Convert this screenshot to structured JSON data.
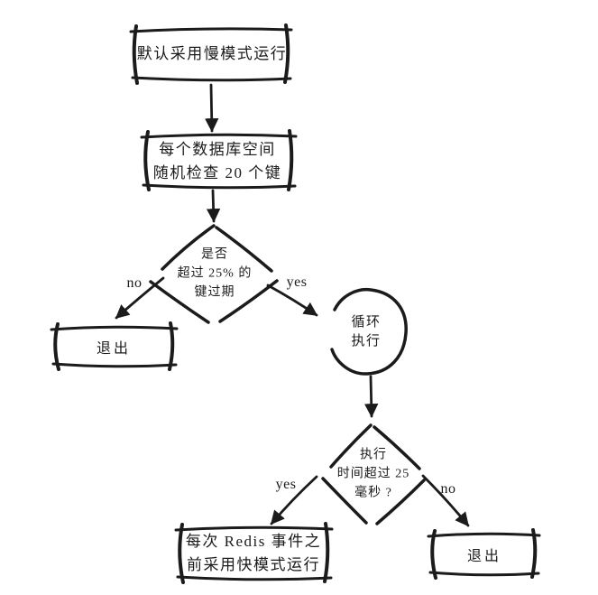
{
  "canvas": {
    "background_color": "#ffffff",
    "ink_color": "#1b1b1b"
  },
  "flowchart": {
    "topic": "Redis expired-key scan mode flow",
    "nodes": {
      "start": {
        "type": "process",
        "label": "默认采用慢模式运行"
      },
      "sample": {
        "type": "process",
        "label": "每个数据库空间\n随机检查 20 个键"
      },
      "decision1": {
        "type": "decision",
        "label": "是否\n超过 25% 的\n键过期"
      },
      "exit_left": {
        "type": "terminal",
        "label": "退出"
      },
      "loop": {
        "type": "loop",
        "label": "循环\n执行"
      },
      "decision2": {
        "type": "decision",
        "label": "执行\n时间超过 25\n毫秒 ?"
      },
      "fast": {
        "type": "process",
        "label": "每次 Redis 事件之\n前采用快模式运行"
      },
      "exit_right": {
        "type": "terminal",
        "label": "退出"
      }
    },
    "edges": {
      "decision1_no": {
        "label": "no"
      },
      "decision1_yes": {
        "label": "yes"
      },
      "decision2_yes": {
        "label": "yes"
      },
      "decision2_no": {
        "label": "no"
      }
    }
  }
}
